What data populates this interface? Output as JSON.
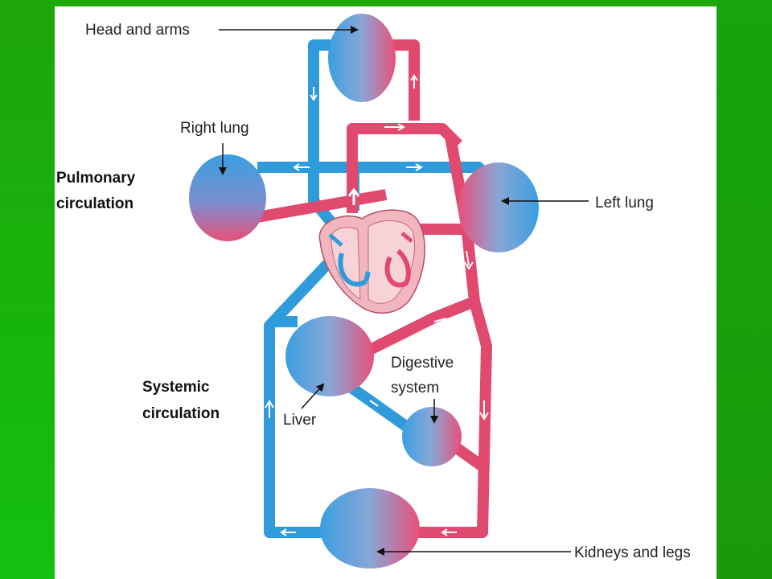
{
  "colors": {
    "background_green": "#1fa80a",
    "oxygen_poor_blue": "#2f9bdb",
    "oxygen_rich_red": "#e04a6e",
    "heart_pink": "#f2b7be"
  },
  "labels": {
    "head_and_arms": "Head and arms",
    "right_lung": "Right lung",
    "left_lung": "Left lung",
    "pulmonary_line1": "Pulmonary",
    "pulmonary_line2": "circulation",
    "digestive_line1": "Digestive",
    "digestive_line2": "system",
    "systemic_line1": "Systemic",
    "systemic_line2": "circulation",
    "liver": "Liver",
    "kidneys_and_legs": "Kidneys and legs"
  }
}
